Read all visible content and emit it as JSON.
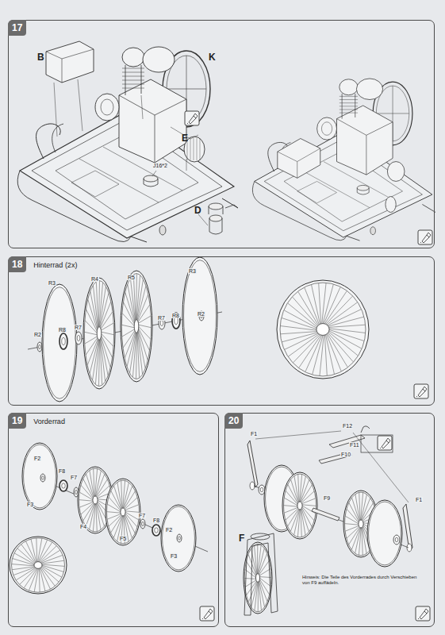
{
  "diagram": {
    "nodes": [
      {
        "text": [
          "17"
        ]
      },
      {
        "text": [
          "18",
          "Hinterrad (2x)"
        ]
      },
      {
        "text": [
          "19",
          "Vorderrad"
        ]
      },
      {
        "text": [
          "20"
        ]
      }
    ],
    "labels": [
      "B",
      "K",
      "J16*2",
      "E",
      "D",
      "R3",
      "R4",
      "R5",
      "R3",
      "R2",
      "R8",
      "R7",
      "R7",
      "R8",
      "R2",
      "F2",
      "F8",
      "F7",
      "F3",
      "F4",
      "F5",
      "F7",
      "F8",
      "F2",
      "F3",
      "F1",
      "F12",
      "F11",
      "F10",
      "F9",
      "F1",
      "F",
      "Hinweis: Die Teile des Vorderrades durch Verschieben von F9 auffädeln."
    ]
  }
}
